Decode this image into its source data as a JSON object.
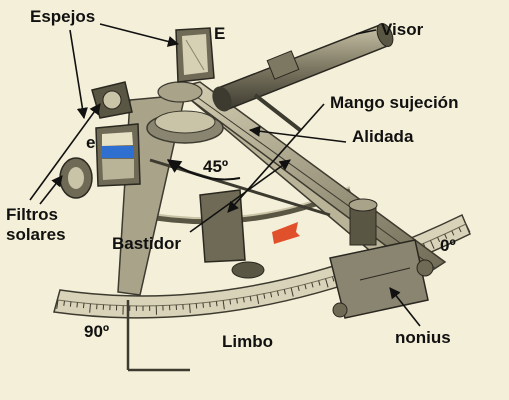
{
  "colors": {
    "paper": "#f4efd8",
    "metal_dark": "#3d3a30",
    "metal_mid": "#8a8570",
    "metal_light": "#c9c3a8",
    "filter_blue": "#2f6fd0",
    "arrow_red": "#e0502a",
    "label_text": "#111111"
  },
  "icons": {
    "eyepiece": "telescope-icon",
    "mirror": "mirror-icon"
  },
  "labels": {
    "espejos": "Espejos",
    "e_upper": "E",
    "e_lower": "e",
    "visor": "Visor",
    "mango": "Mango sujeción",
    "alidada": "Alidada",
    "angle_45": "45º",
    "filtros_line1": "Filtros",
    "filtros_line2": "solares",
    "bastidor": "Bastidor",
    "zero": "0º",
    "ninety": "90º",
    "limbo": "Limbo",
    "nonius": "nonius"
  }
}
